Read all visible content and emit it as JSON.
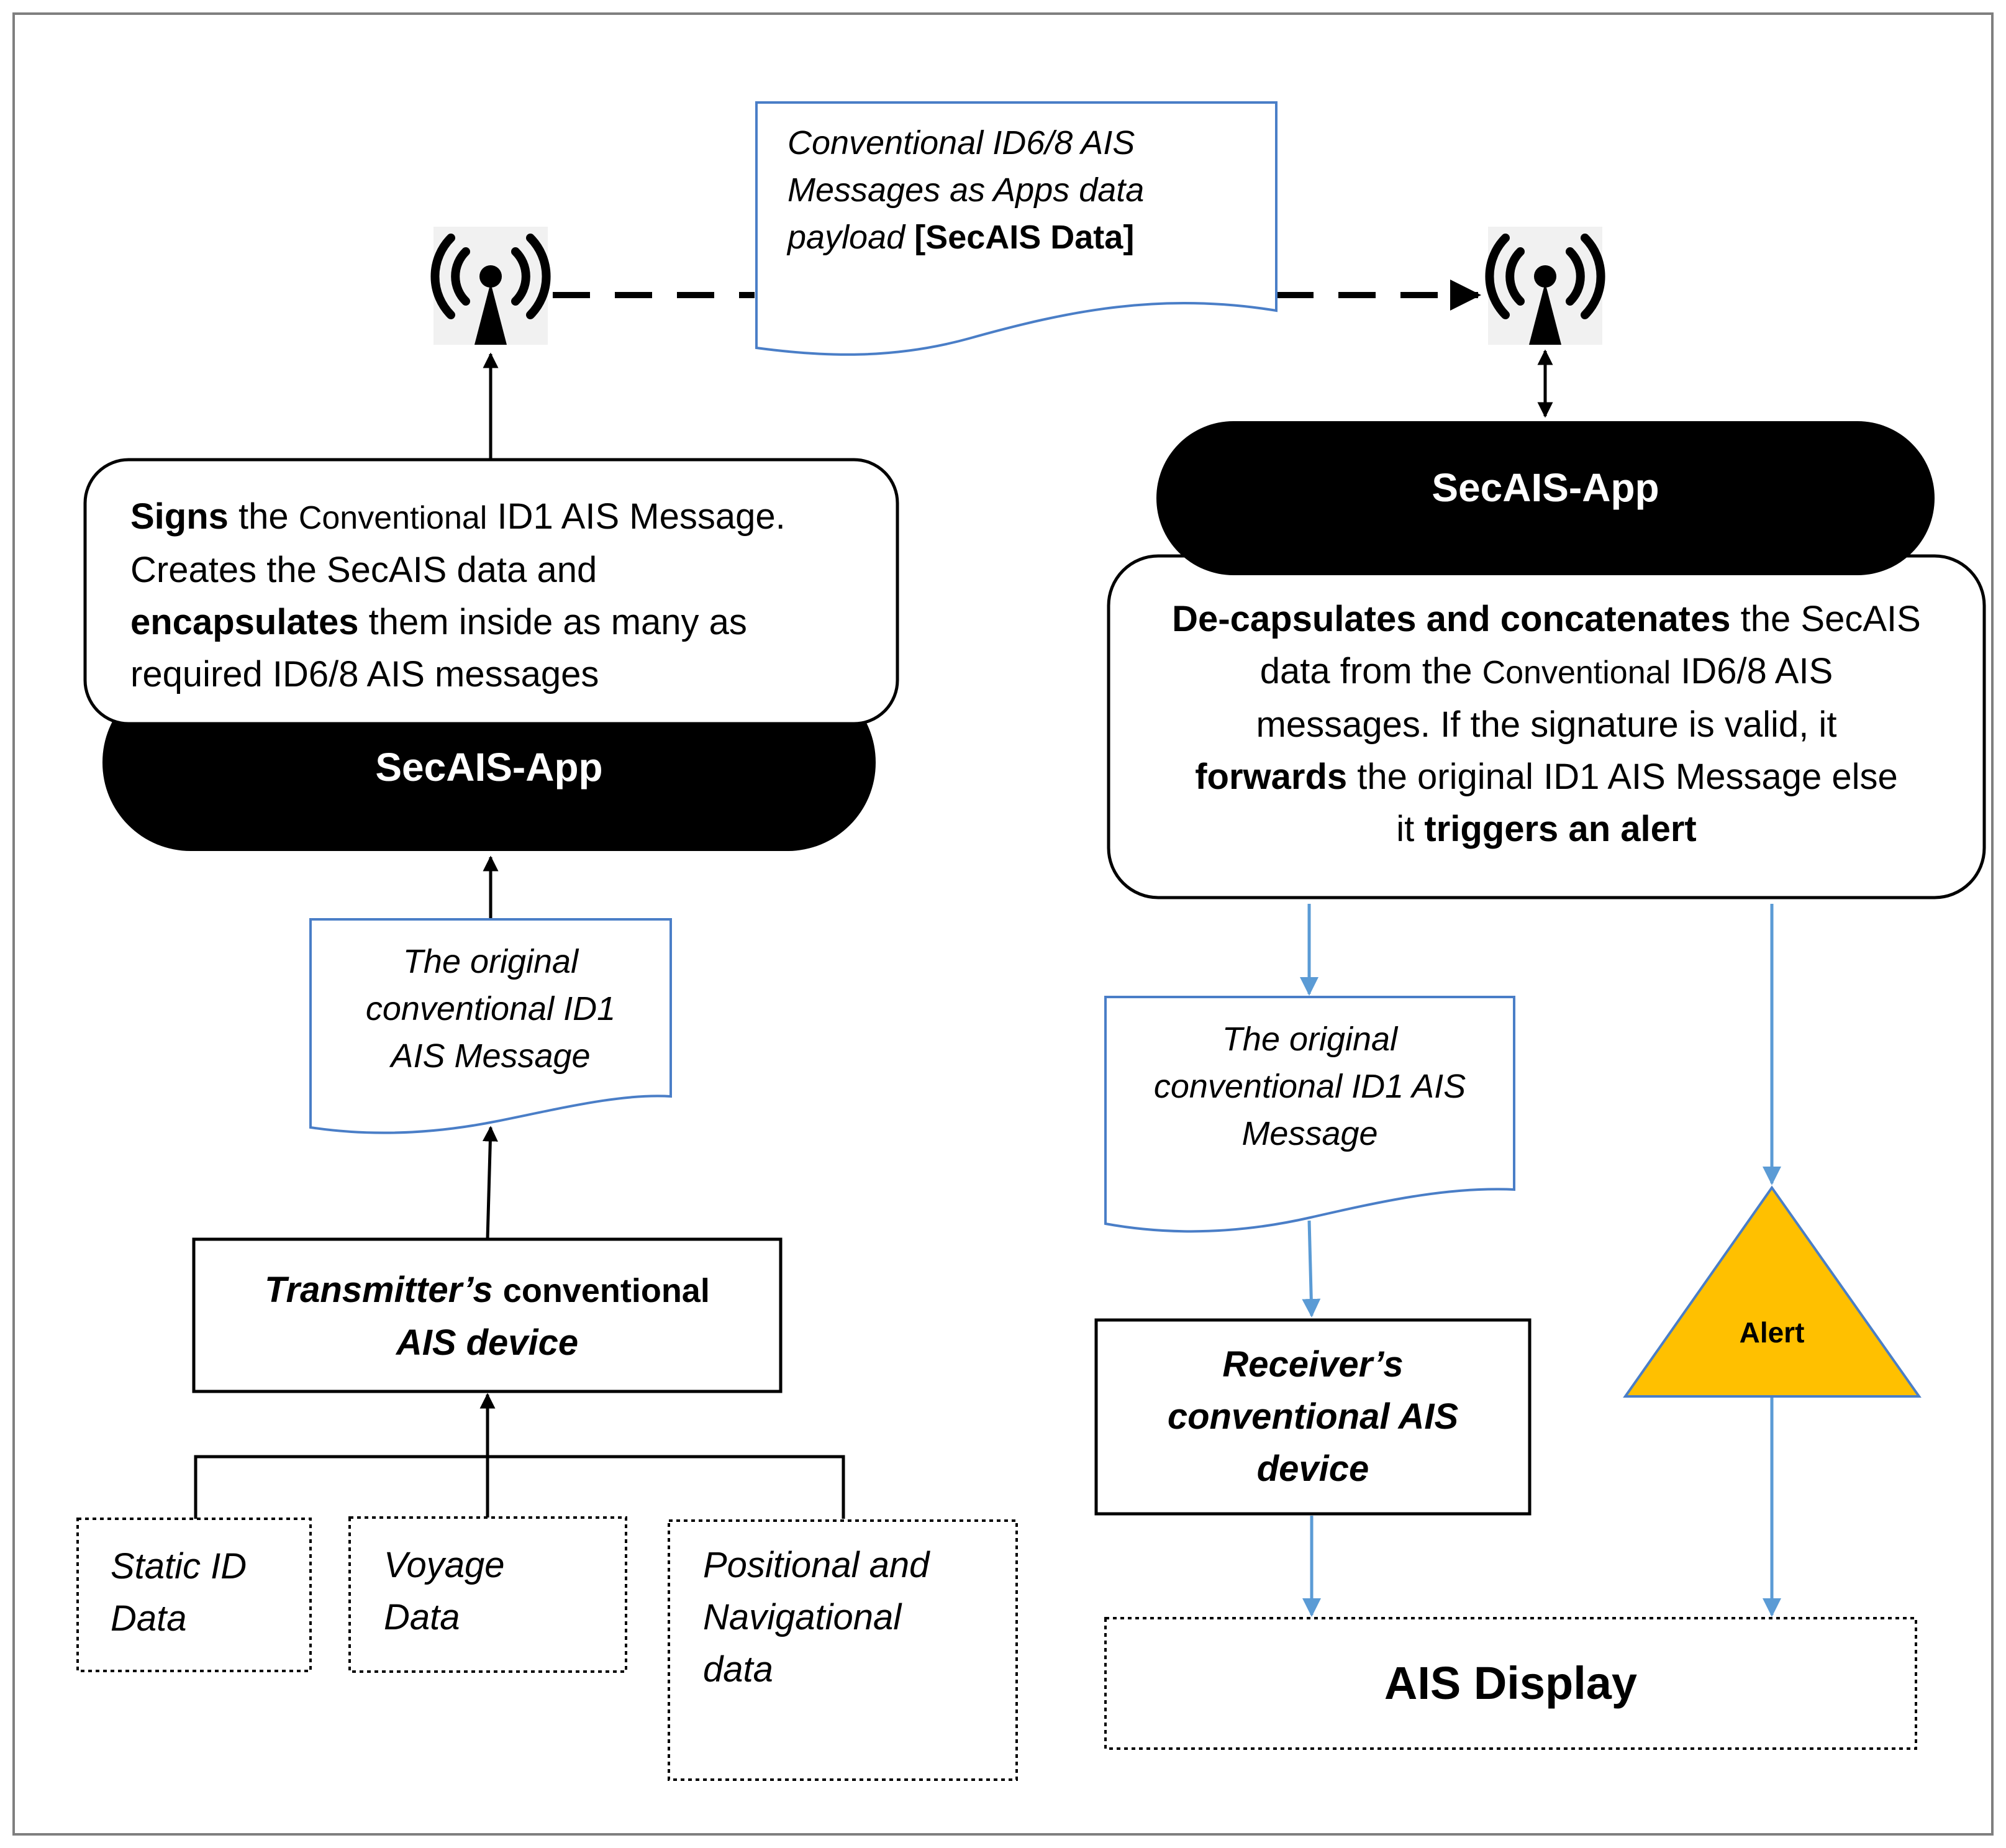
{
  "top_message": {
    "line1": "Conventional ID6/8 AIS",
    "line2": "Messages as Apps data",
    "line3_italic": "payload",
    "line3_bold": "[SecAIS Data]"
  },
  "transmitter_app": {
    "label": "SecAIS-App",
    "desc": {
      "w1_bold": "Signs",
      "w2": "the",
      "w3_small": "Conventional",
      "w4": "ID1 AIS Message.",
      "line2": "Creates the SecAIS data and",
      "w5_bold": "encapsulates",
      "w6": "them inside as many as",
      "line4": "required ID6/8 AIS messages"
    }
  },
  "transmitter_message": {
    "line1": "The original",
    "line2": "conventional ID1",
    "line3": "AIS Message"
  },
  "transmitter_device": {
    "part1_bold_italic": "Transmitter’s",
    "part2": "conventional",
    "line2_bold_italic": "AIS device"
  },
  "sources": [
    {
      "line1": "Static ID",
      "line2": "Data"
    },
    {
      "line1": "Voyage",
      "line2": "Data"
    },
    {
      "line1": "Positional and",
      "line2": "Navigational",
      "line3": "data"
    }
  ],
  "receiver_app": {
    "label": "SecAIS-App",
    "desc": {
      "l1_bold": "De-capsulates and concatenates",
      "l1_rest": "the SecAIS",
      "l2a": "data from the",
      "l2b_small": "Conventional",
      "l2c": "ID6/8 AIS",
      "l3": "messages. If the signature is valid, it",
      "l4_bold": "forwards",
      "l4_rest": "the original ID1 AIS Message else",
      "l5a": "it",
      "l5_bold": "triggers an alert"
    }
  },
  "receiver_message": {
    "line1": "The original",
    "line2": "conventional ID1 AIS",
    "line3": "Message"
  },
  "receiver_device": {
    "line1": "Receiver’s",
    "line2": "conventional AIS",
    "line3": "device"
  },
  "alert": {
    "label": "Alert",
    "color": "#FFC000"
  },
  "display": {
    "label": "AIS Display"
  },
  "colors": {
    "doc_border": "#4A7EC7",
    "connector": "#5B9BD5",
    "pill": "#000000"
  },
  "icons": {
    "antenna": "antenna-icon"
  }
}
